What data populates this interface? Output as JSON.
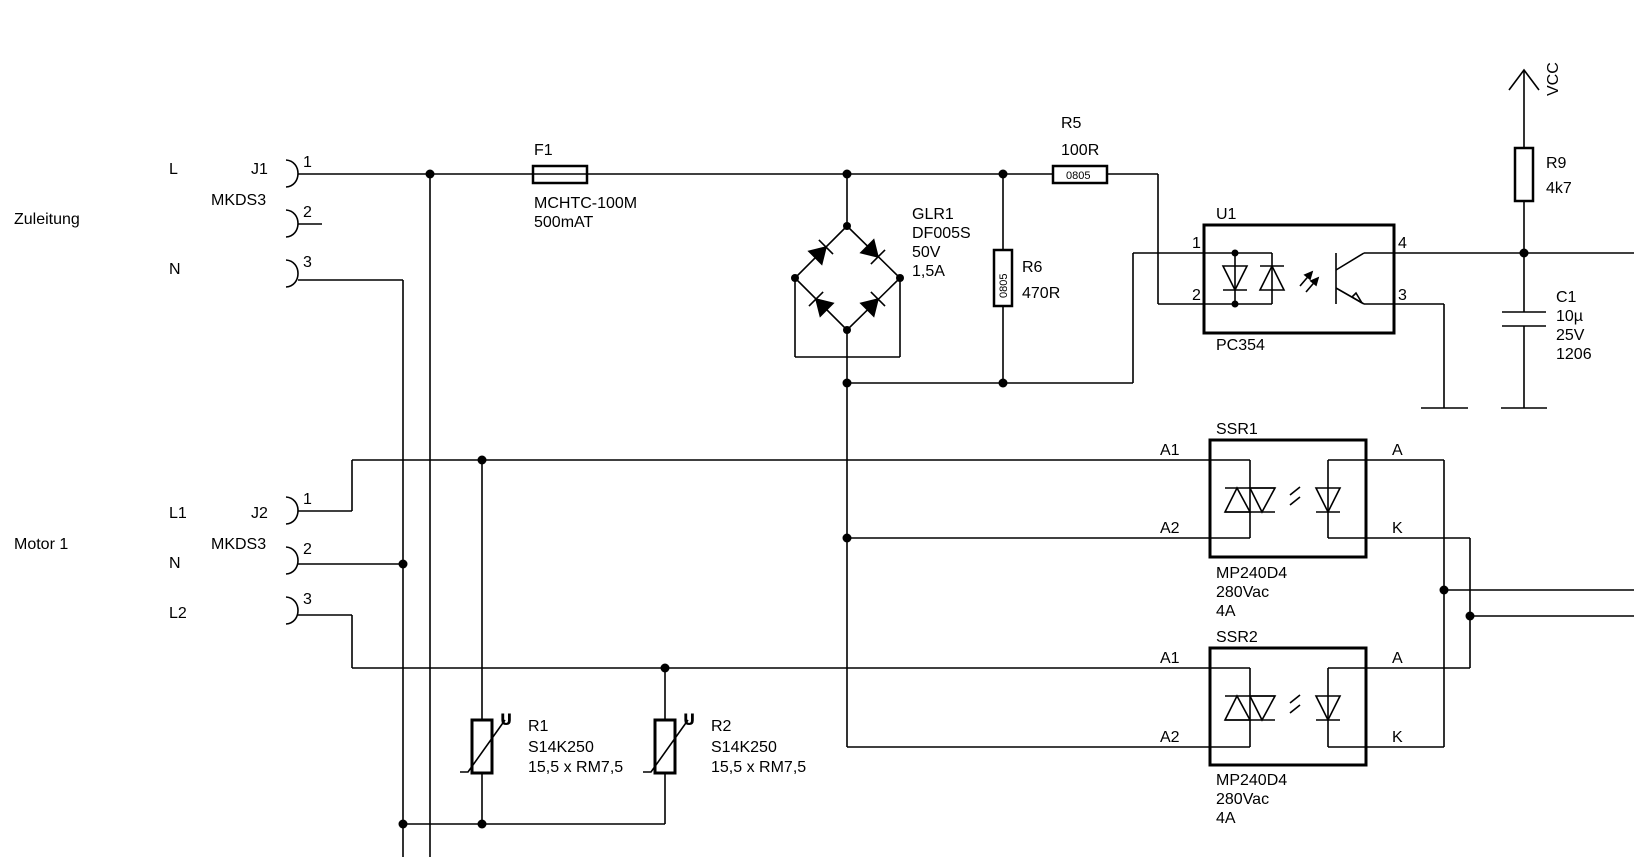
{
  "sections": {
    "supply": "Zuleitung",
    "motor": "Motor 1"
  },
  "connectors": {
    "j1": {
      "ref": "J1",
      "type": "MKDS3",
      "pin1": "1",
      "pin2": "2",
      "pin3": "3",
      "net1": "L",
      "net3": "N"
    },
    "j2": {
      "ref": "J2",
      "type": "MKDS3",
      "pin1": "1",
      "pin2": "2",
      "pin3": "3",
      "net1": "L1",
      "net2": "N",
      "net3": "L2"
    }
  },
  "fuse": {
    "ref": "F1",
    "part": "MCHTC-100M",
    "rating": "500mAT"
  },
  "bridge": {
    "ref": "GLR1",
    "part": "DF005S",
    "voltage": "50V",
    "current": "1,5A"
  },
  "r5": {
    "ref": "R5",
    "value": "100R",
    "package": "0805"
  },
  "r6": {
    "ref": "R6",
    "value": "470R",
    "package": "0805"
  },
  "r9": {
    "ref": "R9",
    "value": "4k7"
  },
  "c1": {
    "ref": "C1",
    "value": "10µ",
    "voltage": "25V",
    "package": "1206"
  },
  "vcc": "VCC",
  "u1": {
    "ref": "U1",
    "part": "PC354",
    "pin1": "1",
    "pin2": "2",
    "pin3": "3",
    "pin4": "4"
  },
  "ssr1": {
    "ref": "SSR1",
    "part": "MP240D4",
    "voltage": "280Vac",
    "current": "4A",
    "a1": "A1",
    "a2": "A2",
    "a": "A",
    "k": "K"
  },
  "ssr2": {
    "ref": "SSR2",
    "part": "MP240D4",
    "voltage": "280Vac",
    "current": "4A",
    "a1": "A1",
    "a2": "A2",
    "a": "A",
    "k": "K"
  },
  "r1": {
    "ref": "R1",
    "part": "S14K250",
    "package": "15,5 x RM7,5"
  },
  "r2": {
    "ref": "R2",
    "part": "S14K250",
    "package": "15,5 x RM7,5"
  }
}
